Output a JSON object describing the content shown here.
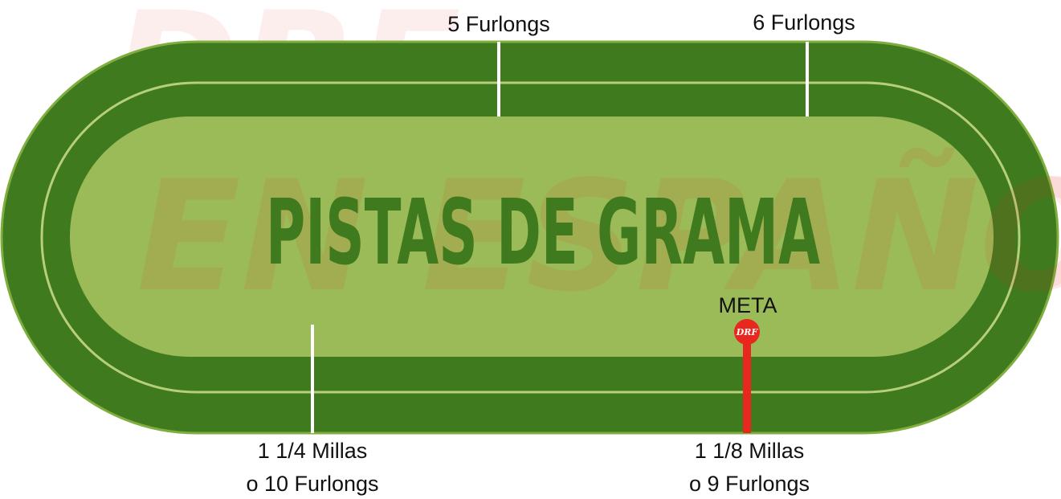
{
  "title": "PISTAS DE GRAMA",
  "watermark": {
    "line1": "DRF",
    "line2": "EN ESPAÑOL"
  },
  "markers": {
    "five_furlongs": "5 Furlongs",
    "six_furlongs": "6 Furlongs",
    "meta": "META",
    "mile_quarter_line1": "1 1/4 Millas",
    "mile_quarter_line2": "o 10 Furlongs",
    "mile_eighth_line1": "1 1/8 Millas",
    "mile_eighth_line2": "o 9 Furlongs"
  },
  "logo_text": "DRF",
  "colors": {
    "track_outer": "#3f7a1f",
    "track_border": "#7fae3e",
    "infield": "#9bbb58",
    "rail": "#b8cf7a",
    "title": "#3f7a1f",
    "finish_post": "#e8271e",
    "watermark": "#e8271e",
    "marker_line": "#ffffff"
  }
}
